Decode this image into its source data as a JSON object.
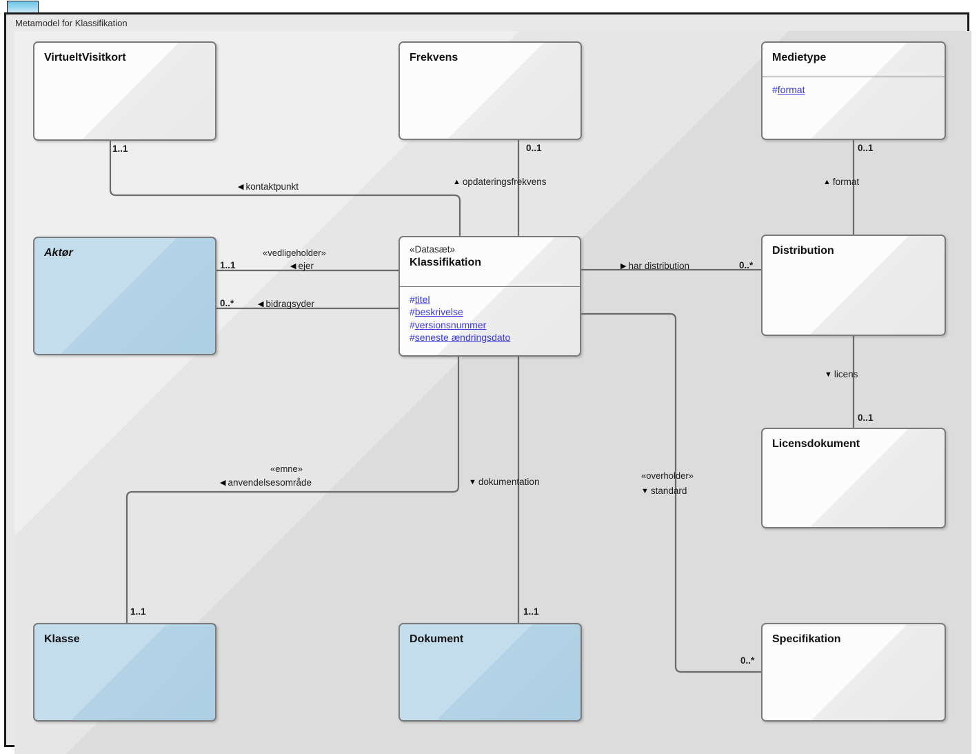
{
  "window": {
    "tab_name": "",
    "diagram_title": "Metamodel for Klassifikation"
  },
  "colors": {
    "class_border": "#7a7a7a",
    "class_fill_white": "#fcfcfc",
    "class_fill_blue": "#c3dded",
    "attribute_text": "#3a3adf",
    "connector": "#6b6b6b",
    "canvas_bg": "#e6e6e6",
    "frame_border": "#1a1a1a",
    "tab_accent": "#9ad7f0"
  },
  "classes": [
    {
      "id": "virtueltvisitkort",
      "name": "VirtueltVisitkort",
      "stereotype": "",
      "abstract": false,
      "fill": "white",
      "attributes": []
    },
    {
      "id": "frekvens",
      "name": "Frekvens",
      "stereotype": "",
      "abstract": false,
      "fill": "white",
      "attributes": []
    },
    {
      "id": "medietype",
      "name": "Medietype",
      "stereotype": "",
      "abstract": false,
      "fill": "white",
      "attributes": [
        {
          "visibility": "#",
          "name": "format"
        }
      ]
    },
    {
      "id": "aktoer",
      "name": "Aktør",
      "stereotype": "",
      "abstract": true,
      "fill": "blue",
      "attributes": []
    },
    {
      "id": "klassifikation",
      "name": "Klassifikation",
      "stereotype": "«Datasæt»",
      "abstract": false,
      "fill": "white",
      "attributes": [
        {
          "visibility": "#",
          "name": "titel"
        },
        {
          "visibility": "#",
          "name": "beskrivelse"
        },
        {
          "visibility": "#",
          "name": "versionsnummer"
        },
        {
          "visibility": "#",
          "name": "seneste ændringsdato"
        }
      ]
    },
    {
      "id": "distribution",
      "name": "Distribution",
      "stereotype": "",
      "abstract": false,
      "fill": "white",
      "attributes": []
    },
    {
      "id": "licensdokument",
      "name": "Licensdokument",
      "stereotype": "",
      "abstract": false,
      "fill": "white",
      "attributes": []
    },
    {
      "id": "klasse",
      "name": "Klasse",
      "stereotype": "",
      "abstract": false,
      "fill": "blue",
      "attributes": []
    },
    {
      "id": "dokument",
      "name": "Dokument",
      "stereotype": "",
      "abstract": false,
      "fill": "blue",
      "attributes": []
    },
    {
      "id": "specifikation",
      "name": "Specifikation",
      "stereotype": "",
      "abstract": false,
      "fill": "white",
      "attributes": []
    }
  ],
  "associations": [
    {
      "id": "kontaktpunkt",
      "source": "klassifikation",
      "target": "virtueltvisitkort",
      "role": "kontaktpunkt",
      "stereotype": "",
      "direction": "left",
      "target_multiplicity": "1..1"
    },
    {
      "id": "opdateringsfrekvens",
      "source": "klassifikation",
      "target": "frekvens",
      "role": "opdateringsfrekvens",
      "stereotype": "",
      "direction": "up",
      "target_multiplicity": "0..1"
    },
    {
      "id": "format",
      "source": "distribution",
      "target": "medietype",
      "role": "format",
      "stereotype": "",
      "direction": "up",
      "target_multiplicity": "0..1"
    },
    {
      "id": "ejer",
      "source": "klassifikation",
      "target": "aktoer",
      "role": "ejer",
      "stereotype": "«vedligeholder»",
      "direction": "left",
      "target_multiplicity": "1..1"
    },
    {
      "id": "bidragsyder",
      "source": "klassifikation",
      "target": "aktoer",
      "role": "bidragsyder",
      "stereotype": "",
      "direction": "left",
      "target_multiplicity": "0..*"
    },
    {
      "id": "har-distribution",
      "source": "klassifikation",
      "target": "distribution",
      "role": "har distribution",
      "stereotype": "",
      "direction": "right",
      "target_multiplicity": "0..*"
    },
    {
      "id": "licens",
      "source": "distribution",
      "target": "licensdokument",
      "role": "licens",
      "stereotype": "",
      "direction": "down",
      "target_multiplicity": "0..1"
    },
    {
      "id": "anvendelsesomraade",
      "source": "klassifikation",
      "target": "klasse",
      "role": "anvendelsesområde",
      "stereotype": "«emne»",
      "direction": "left",
      "target_multiplicity": "1..1"
    },
    {
      "id": "dokumentation",
      "source": "klassifikation",
      "target": "dokument",
      "role": "dokumentation",
      "stereotype": "",
      "direction": "down",
      "target_multiplicity": "1..1"
    },
    {
      "id": "standard",
      "source": "klassifikation",
      "target": "specifikation",
      "role": "standard",
      "stereotype": "«overholder»",
      "direction": "down",
      "target_multiplicity": "0..*"
    }
  ],
  "arrow_glyphs": {
    "left": "◀",
    "right": "▶",
    "up": "▲",
    "down": "▼"
  }
}
